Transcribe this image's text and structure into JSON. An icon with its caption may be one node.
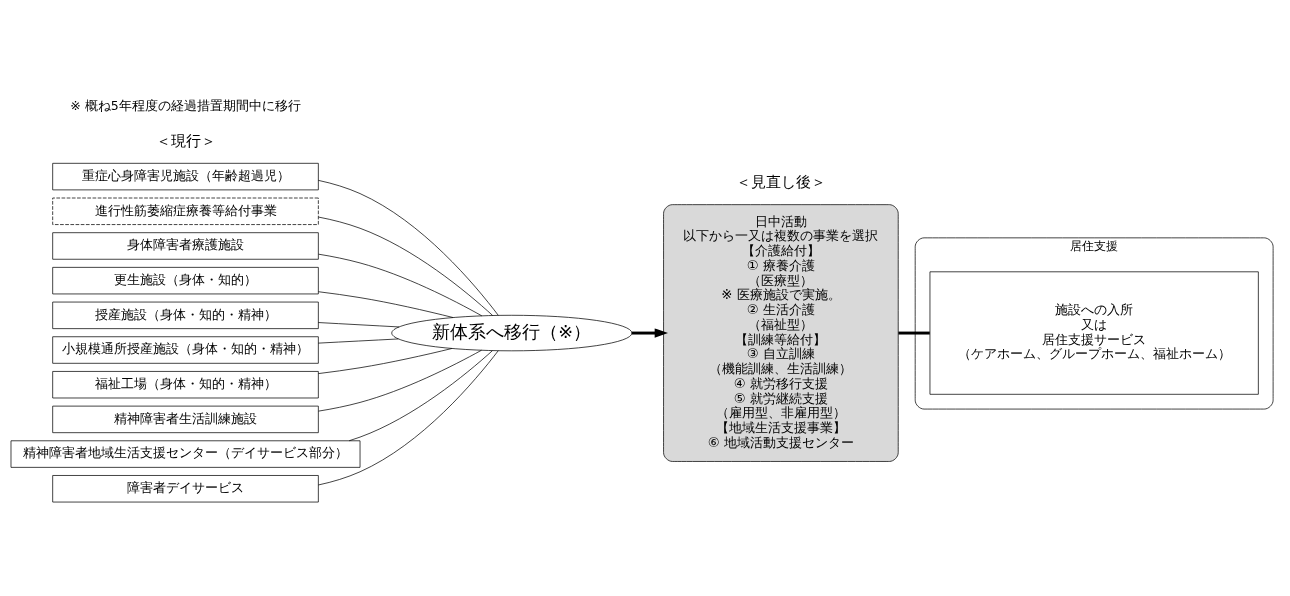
{
  "diagram": {
    "nodes": [
      {
        "text": [
          "重症心身障害児施設（年齢超過児）"
        ]
      },
      {
        "text": [
          "進行性筋萎縮症療養等給付事業"
        ]
      },
      {
        "text": [
          "身体障害者療護施設"
        ]
      },
      {
        "text": [
          "更生施設（身体・知的）"
        ]
      },
      {
        "text": [
          "授産施設（身体・知的・精神）"
        ]
      },
      {
        "text": [
          "小規模通所授産施設（身体・知的・精神）"
        ]
      },
      {
        "text": [
          "福祉工場（身体・知的・精神）"
        ]
      },
      {
        "text": [
          "精神障害者生活訓練施設"
        ]
      },
      {
        "text": [
          "精神障害者地域生活支援センター（デイサービス部分）"
        ]
      },
      {
        "text": [
          "障害者デイサービス"
        ]
      },
      {
        "text": [
          "新体系へ移行（※）"
        ]
      },
      {
        "text": [
          "日中活動",
          "以下から一又は複数の事業を選択",
          "【介護給付】",
          "① 療養介護",
          "（医療型）",
          "※ 医療施設で実施。",
          "② 生活介護",
          "（福祉型）",
          "【訓練等給付】",
          "③ 自立訓練",
          "（機能訓練、生活訓練）",
          "④ 就労移行支援",
          "⑤ 就労継続支援",
          "（雇用型、非雇用型）",
          "【地域生活支援事業】",
          "⑥ 地域活動支援センター"
        ]
      },
      {
        "text": [
          "居住支援"
        ]
      },
      {
        "text": [
          "施設への入所",
          "又は",
          "居住支援サービス",
          "（ケアホーム、グループホーム、福祉ホーム）"
        ],
        "in": 12
      }
    ],
    "edges": [
      {
        "from": 0,
        "to": 10,
        "arrow": "none"
      },
      {
        "from": 1,
        "to": 10,
        "arrow": "none"
      },
      {
        "from": 2,
        "to": 10,
        "arrow": "none"
      },
      {
        "from": 3,
        "to": 10,
        "arrow": "none"
      },
      {
        "from": 4,
        "to": 10,
        "arrow": "none"
      },
      {
        "from": 5,
        "to": 10,
        "arrow": "none"
      },
      {
        "from": 6,
        "to": 10,
        "arrow": "none"
      },
      {
        "from": 7,
        "to": 10,
        "arrow": "none"
      },
      {
        "from": 8,
        "to": 10,
        "arrow": "none"
      },
      {
        "from": 9,
        "to": 10,
        "arrow": "none"
      },
      {
        "from": 10,
        "to": 11,
        "arrow": "to",
        "style": "thick"
      },
      {
        "from": 11,
        "to": 13,
        "arrow": "none",
        "style": "thick"
      }
    ],
    "labels": [
      "＜現行＞",
      "＜見直し後＞",
      "※ 概ね5年程度の経過措置期間中に移行"
    ]
  }
}
